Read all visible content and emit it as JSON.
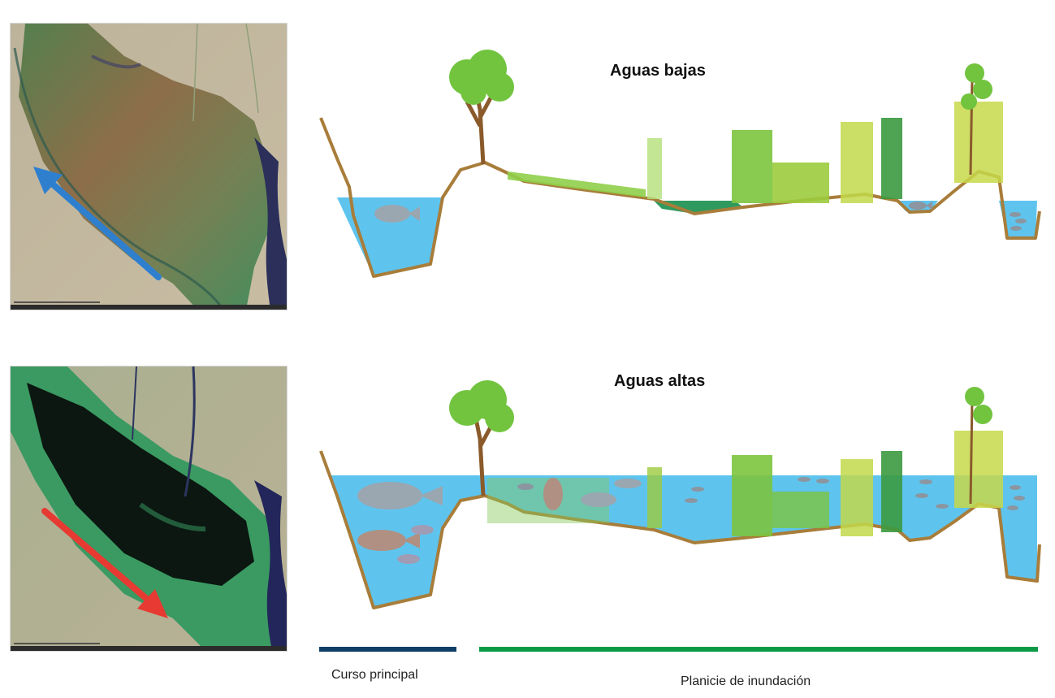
{
  "panels": {
    "low": {
      "title": "Aguas bajas"
    },
    "high": {
      "title": "Aguas altas"
    }
  },
  "legend": {
    "main_channel": {
      "label": "Curso principal",
      "color": "#103f66"
    },
    "floodplain": {
      "label": "Planicie de inundación",
      "color": "#0a9a46"
    }
  },
  "colors": {
    "water": "#5ec4ee",
    "bank": "#a87d3a",
    "low_arrow": "#2f7fcf",
    "high_arrow": "#e63a32",
    "tree": "#72c43f",
    "reeds": "#9ccb3d",
    "fish": "#9aa6b0"
  },
  "icons": {
    "low_flow_arrow": "arrow-up-left-icon",
    "high_flow_arrow": "arrow-down-right-icon",
    "fish": "fish-icon",
    "tree": "tree-icon"
  }
}
